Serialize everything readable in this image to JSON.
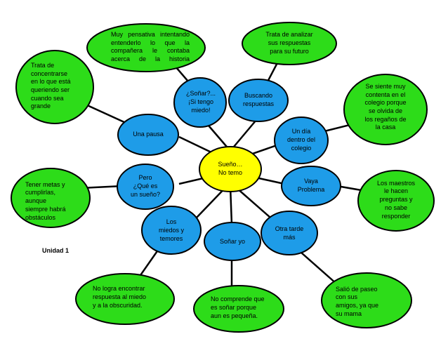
{
  "center": "Sueño…\nNo temo",
  "unit_label": "Unidad 1",
  "colors": {
    "center": "#ffff00",
    "branch": "#1e9ce8",
    "leaf": "#2ddc19",
    "stroke": "#000000"
  },
  "branches": {
    "sonar_tengo_miedo": "¿Soñar?...\n¡Si tengo\nmiedo!",
    "buscando": "Buscando\nrespuestas",
    "una_pausa": "Una pausa",
    "un_dia": "Un día\ndentro del\ncolegio",
    "pero_que": "Pero\n¿Qué es\nun sueño?",
    "vaya_problema": "Vaya\nProblema",
    "los_miedos": "Los\nmiedos y\ntemores",
    "sonar_yo": "Soñar yo",
    "otra_tarde": "Otra tarde\nmás"
  },
  "leaves": {
    "muy_pensativa": "Muy pensativa intentando\nentenderlo lo que la\ncompañera le contaba\nacerca de la historia",
    "trata_analizar": "Trata de analizar\nsus respuestas\npara su futuro",
    "trata_concentrarse": "Trata de\nconcentrarse\nen lo que está\nqueriendo ser\ncuando sea\ngrande",
    "se_siente": "Se siente muy\ncontenta en el\ncolegio porque\nse olvida de\nlos regaños de\nla casa",
    "tener_metas": "Tener metas y\ncumplirlas,\naunque\nsiempre habrá\nobstáculos",
    "los_maestros": "Los maestros\nle hacen\npreguntas y\nno sabe\nresponder",
    "no_logra": "No logra encontrar\nrespuesta al miedo\ny a la obscuridad.",
    "no_comprende": "No comprende que\nes soñar porque\naun es pequeña.",
    "salio_paseo": "Salió de paseo\ncon sus\namigos, ya que\nsu mama"
  }
}
